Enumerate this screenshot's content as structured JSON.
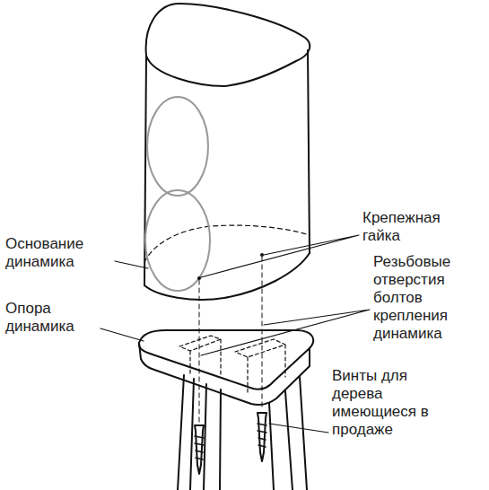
{
  "diagram": {
    "labels": [
      "Основание динамика",
      "Опора динамика",
      "Крепежная гайка",
      "Резьбовые отверстия болтов крепления динамика",
      "Винты для дерева имеющиеся в продаже"
    ]
  }
}
